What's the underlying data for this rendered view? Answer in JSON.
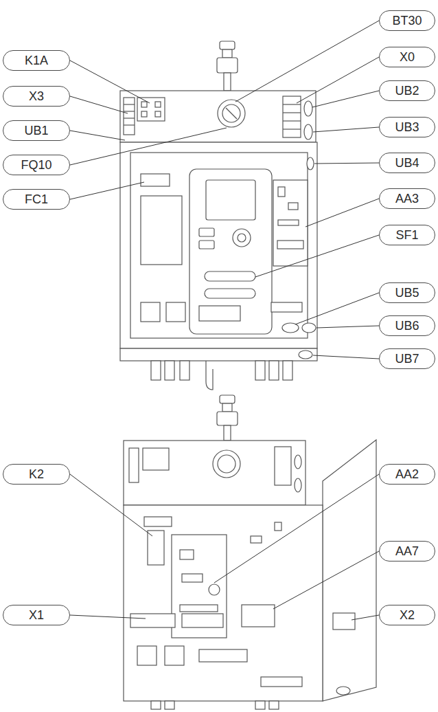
{
  "diagram": {
    "nodes": [
      {
        "text": [
          "BT30"
        ]
      },
      {
        "text": [
          "K1A"
        ]
      },
      {
        "text": [
          "X0"
        ]
      },
      {
        "text": [
          "X3"
        ]
      },
      {
        "text": [
          "UB2"
        ]
      },
      {
        "text": [
          "UB1"
        ]
      },
      {
        "text": [
          "UB3"
        ]
      },
      {
        "text": [
          "FQ10"
        ]
      },
      {
        "text": [
          "UB4"
        ]
      },
      {
        "text": [
          "FC1"
        ]
      },
      {
        "text": [
          "AA3"
        ]
      },
      {
        "text": [
          "SF1"
        ]
      },
      {
        "text": [
          "UB5"
        ]
      },
      {
        "text": [
          "UB6"
        ]
      },
      {
        "text": [
          "UB7"
        ]
      },
      {
        "text": [
          "K2"
        ]
      },
      {
        "text": [
          "AA2"
        ]
      },
      {
        "text": [
          "AA7"
        ]
      },
      {
        "text": [
          "X1"
        ]
      },
      {
        "text": [
          "X2"
        ]
      }
    ]
  }
}
